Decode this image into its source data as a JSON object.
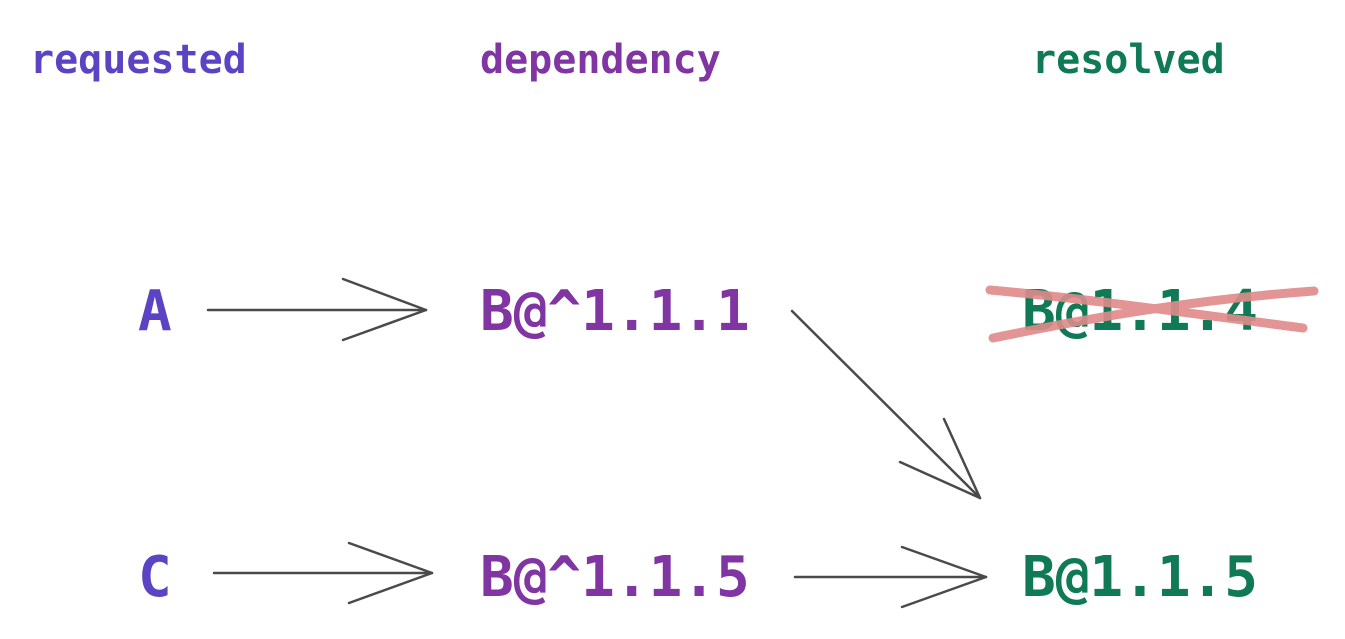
{
  "headers": {
    "requested": "requested",
    "dependency": "dependency",
    "resolved": "resolved"
  },
  "nodes": {
    "requested_a": "A",
    "requested_c": "C",
    "dependency_b_1_1_1": "B@^1.1.1",
    "dependency_b_1_1_5": "B@^1.1.5",
    "resolved_b_1_1_4": "B@1.1.4",
    "resolved_b_1_1_5": "B@1.1.5"
  },
  "colors": {
    "requested": "#5b43c4",
    "dependency": "#8035a3",
    "resolved": "#0f7a55",
    "arrow": "#4a4a4a",
    "strike": "#e08a8a"
  },
  "annotations": {
    "resolved_b_1_1_4_crossed_out": true
  }
}
